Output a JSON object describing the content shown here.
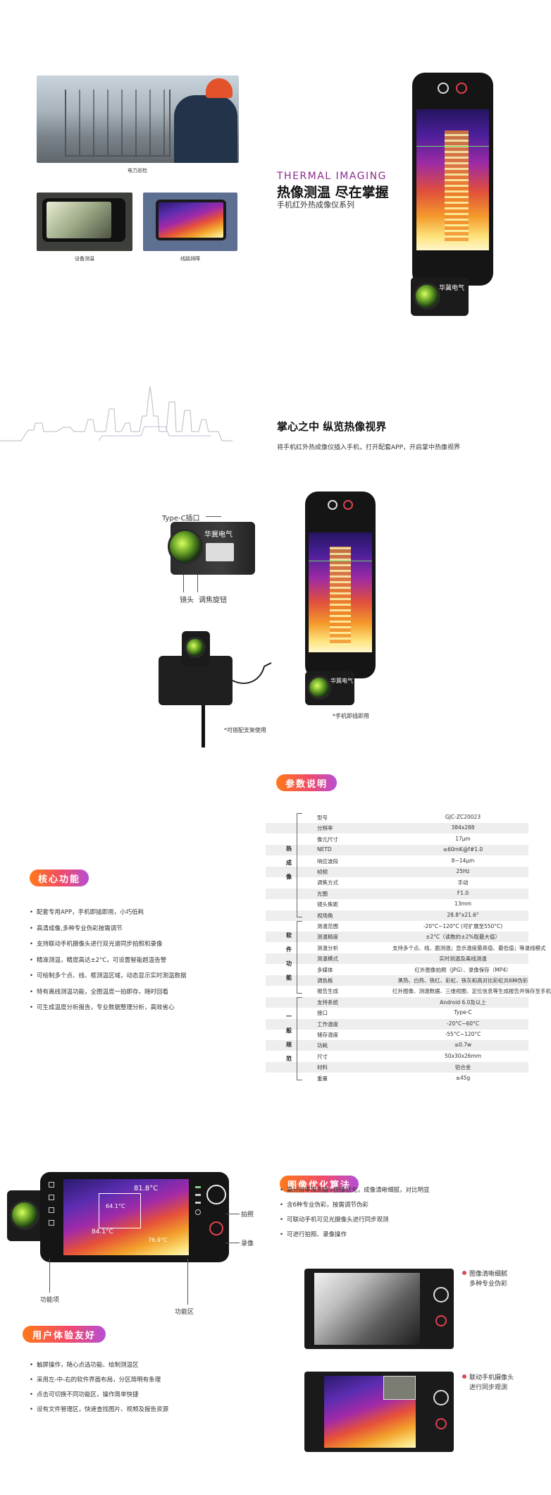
{
  "hero": {
    "cap_power": "电力巡检",
    "cap_equipment": "设备测温",
    "cap_line": "线路排障",
    "title_en": "THERMAL IMAGING",
    "title_cn": "热像测温 尽在掌握",
    "subtitle": "手机红外热成像仪系列",
    "brand_badge": "华冀电气"
  },
  "palm": {
    "title": "掌心之中 纵览热像视界",
    "desc": "将手机红外热成像仪插入手机，打开配套APP，开启掌中热像视界"
  },
  "device": {
    "typec_label": "Type-C插口",
    "lens_label": "镜头",
    "focus_label": "调焦旋钮",
    "brand_badge": "华冀电气",
    "stand_note": "*可搭配支架使用",
    "plugin_note": "*手机即插即用"
  },
  "specs": {
    "header": "参数说明",
    "groups": [
      {
        "label": "热成像",
        "chars": [
          "热",
          "成",
          "像"
        ]
      },
      {
        "label": "软件功能",
        "chars": [
          "软",
          "件",
          "功",
          "能"
        ]
      },
      {
        "label": "一般规范",
        "chars": [
          "一",
          "般",
          "规",
          "范"
        ]
      }
    ],
    "rows": [
      {
        "k": "型号",
        "v": "GJC-ZC20023"
      },
      {
        "k": "分辨率",
        "v": "384x288"
      },
      {
        "k": "像元尺寸",
        "v": "17μm"
      },
      {
        "k": "NETD",
        "v": "≤60mK@f#1.0"
      },
      {
        "k": "响应波段",
        "v": "8~14μm"
      },
      {
        "k": "帧频",
        "v": "25Hz"
      },
      {
        "k": "调焦方式",
        "v": "手动"
      },
      {
        "k": "光圈",
        "v": "F1.0"
      },
      {
        "k": "镜头焦距",
        "v": "13mm"
      },
      {
        "k": "视场角",
        "v": "28.8°x21.6°"
      },
      {
        "k": "测温范围",
        "v": "-20°C~120°C (可扩展至550°C)"
      },
      {
        "k": "测温精度",
        "v": "±2°C（读数的±2%取最大值）"
      },
      {
        "k": "测温分析",
        "v": "支持多个点、线、面测温；显示温度最高值、最低值；等温线模式"
      },
      {
        "k": "测温模式",
        "v": "实时测温及离线测温"
      },
      {
        "k": "多媒体",
        "v": "红外图像拍照（JPG）、录像保存（MP4）"
      },
      {
        "k": "调色板",
        "v": "黑热、白热、铁红、彩虹、铁灰和高对比彩虹共6种伪彩"
      },
      {
        "k": "报告生成",
        "v": "红外图像、测温数据、三维视图、定位信息等生成报告并保存至手机"
      },
      {
        "k": "支持系统",
        "v": "Android 6.0及以上"
      },
      {
        "k": "接口",
        "v": "Type-C"
      },
      {
        "k": "工作温度",
        "v": "-20°C~60°C"
      },
      {
        "k": "储存温度",
        "v": "-55°C~120°C"
      },
      {
        "k": "功耗",
        "v": "≤0.7w"
      },
      {
        "k": "尺寸",
        "v": "50x30x26mm"
      },
      {
        "k": "材料",
        "v": "铝合金"
      },
      {
        "k": "重量",
        "v": "≤45g"
      }
    ]
  },
  "core": {
    "header": "核心功能",
    "items": [
      "配套专用APP，手机即插即用，小巧低耗",
      "高清成像,多种专业伪彩按需调节",
      "支持联动手机摄像头进行双光谱同步拍照和录像",
      "精准测温，精度高达±2°C，可设置智能超温告警",
      "可绘制多个点、线、框测温区域，动态显示实时测温数据",
      "特有离线测温功能，全图温度一拍即存，随时回看",
      "可生成温度分析报告，专业数据整理分析，高效省心"
    ]
  },
  "ui": {
    "photo_label": "拍照",
    "record_label": "录像",
    "func_item_label": "功能项",
    "func_area_label": "功能区",
    "temp1": "81.8°C",
    "temp2": "64.1°C",
    "temp3": "84.1°C",
    "temp4": "76.9°C"
  },
  "ux": {
    "header": "用户体验友好",
    "items": [
      "触屏操作，随心点选功能、绘制测温区",
      "采用左-中-右的软件界面布局，分区简明有条理",
      "点击可切换不同功能区，操作简单快捷",
      "设有文件管理区，快速查找图片、视频及报告资源"
    ]
  },
  "algo": {
    "header": "图像优化算法",
    "items": [
      "高分辨率探测器+图像优化，成像清晰细腻，对比明显",
      "含6种专业伪彩，按需调节伪彩",
      "可联动手机可见光摄像头进行同步观测",
      "可进行拍照、录像操作"
    ],
    "note1_line1": "图像清晰细腻",
    "note1_line2": "多种专业伪彩",
    "note2_line1": "联动手机摄像头",
    "note2_line2": "进行同步观测"
  }
}
